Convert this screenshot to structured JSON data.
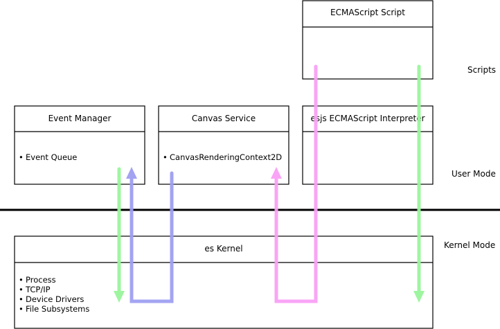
{
  "boxes": {
    "ecmascript_script": {
      "title": "ECMAScript Script",
      "items": []
    },
    "event_manager": {
      "title": "Event Manager",
      "items": [
        "Event Queue"
      ]
    },
    "canvas_service": {
      "title": "Canvas Service",
      "items": [
        "CanvasRenderingContext2D"
      ]
    },
    "esjs_interpreter": {
      "title": "esjs ECMAScript Interpreter",
      "items": []
    },
    "es_kernel": {
      "title": "es Kernel",
      "items": [
        "Process",
        "TCP/IP",
        "Device Drivers",
        "File Subsystems"
      ]
    }
  },
  "layers": {
    "scripts": "Scripts",
    "user_mode": "User Mode",
    "kernel_mode": "Kernel Mode"
  },
  "bullet": "•",
  "colors": {
    "green": "#99f59b",
    "blue": "#9f9ff2",
    "pink": "#f9a0f6",
    "line": "#000000"
  }
}
